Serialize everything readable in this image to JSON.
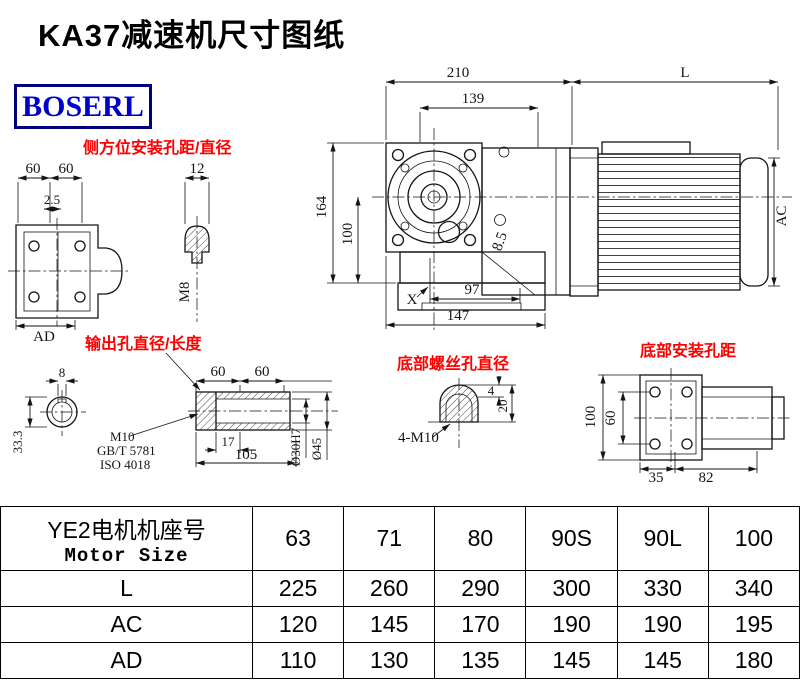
{
  "title": "KA37减速机尺寸图纸",
  "logo": "BOSERL",
  "colors": {
    "annotation_red": "#fe0000",
    "logo_blue": "#0000cc",
    "logo_border": "#00007d"
  },
  "labels": {
    "side_mount": "侧方位安装孔距/直径",
    "output_hole": "输出孔直径/长度",
    "bottom_screw": "底部螺丝孔直径",
    "bottom_mount": "底部安装孔距"
  },
  "dims": {
    "side_view": {
      "d60a": "60",
      "d60b": "60",
      "d25": "2.5",
      "ad": "AD"
    },
    "plug_view": {
      "d12": "12",
      "m8": "M8"
    },
    "main_view": {
      "d210": "210",
      "l": "L",
      "d139": "139",
      "d164": "164",
      "d100": "100",
      "ac": "AC",
      "d85": "8.5",
      "d97": "97",
      "x": "X",
      "d147": "147"
    },
    "section_view": {
      "d8": "8",
      "d333": "33.3",
      "m10": "M10",
      "gb": "GB/T 5781",
      "iso": "ISO 4018"
    },
    "shaft_view": {
      "d60a": "60",
      "d60b": "60",
      "d17": "17",
      "d105": "105",
      "d30": "Ø30H7",
      "d45": "Ø45"
    },
    "screw_view": {
      "m10": "4-M10",
      "d4": "4",
      "d20": "20"
    },
    "mount_view": {
      "d100": "100",
      "d60": "60",
      "d35": "35",
      "d82": "82"
    }
  },
  "table": {
    "header_cn": "YE2电机机座号",
    "header_en": "Motor Size",
    "sizes": [
      "63",
      "71",
      "80",
      "90S",
      "90L",
      "100"
    ],
    "rows": [
      {
        "label": "L",
        "values": [
          "225",
          "260",
          "290",
          "300",
          "330",
          "340"
        ]
      },
      {
        "label": "AC",
        "values": [
          "120",
          "145",
          "170",
          "190",
          "190",
          "195"
        ]
      },
      {
        "label": "AD",
        "values": [
          "110",
          "130",
          "135",
          "145",
          "145",
          "180"
        ]
      }
    ]
  }
}
